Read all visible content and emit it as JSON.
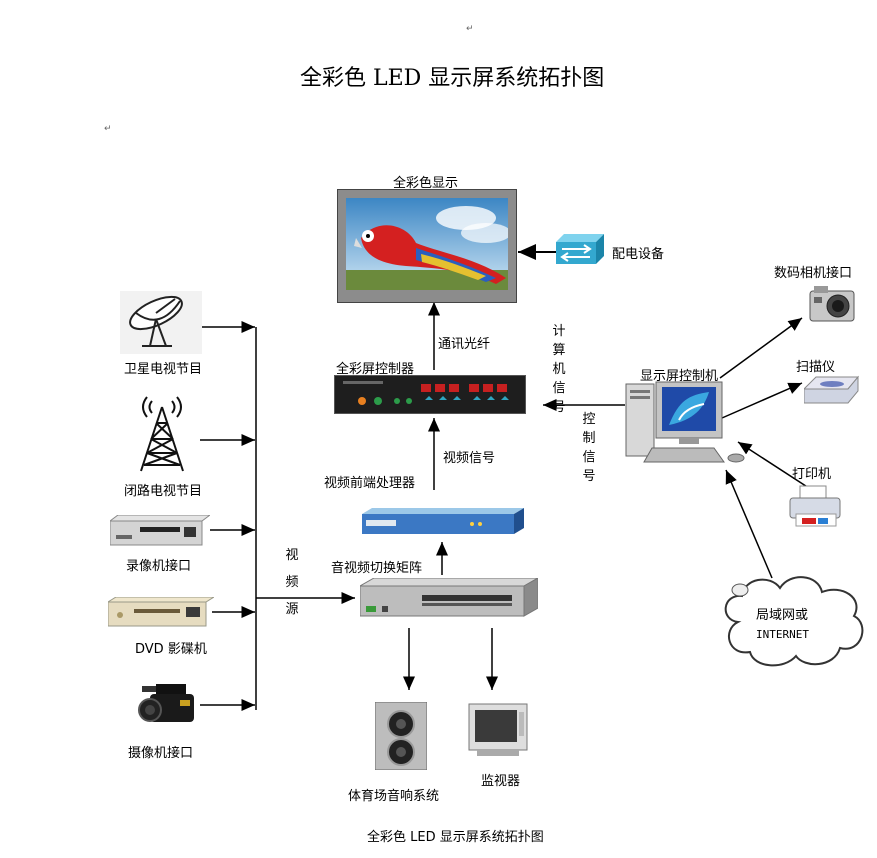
{
  "title": "全彩色 LED 显示屏系统拓扑图",
  "caption": "全彩色 LED 显示屏系统拓扑图",
  "nodes": {
    "led_display": "全彩色显示",
    "power_equipment": "配电设备",
    "screen_controller": "全彩屏控制器",
    "fiber_label": "通讯光纤",
    "video_signal_label": "视频信号",
    "computer_signal_label": "计算机信号",
    "control_signal_label": "控制信号",
    "video_frontend": "视频前端处理器",
    "av_matrix": "音视频切换矩阵",
    "video_source_label": "视频源",
    "control_pc": "显示屏控制机",
    "camera_port": "数码相机接口",
    "scanner": "扫描仪",
    "printer": "打印机",
    "lan": "局域网或",
    "internet": "INTERNET",
    "satellite_tv": "卫星电视节目",
    "cctv": "闭路电视节目",
    "vcr_port": "录像机接口",
    "dvd": "DVD 影碟机",
    "camcorder_port": "摄像机接口",
    "stadium_audio": "体育场音响系统",
    "monitor": "监视器"
  },
  "icons": [
    "paragraph-mark-icon",
    "parrot-image",
    "network-switch-icon",
    "satellite-dish-icon",
    "broadcast-tower-icon",
    "vcr-icon",
    "dvd-player-icon",
    "camcorder-icon",
    "digital-camera-icon",
    "scanner-icon",
    "printer-icon",
    "cloud-icon",
    "computer-icon",
    "speaker-icon",
    "crt-monitor-icon",
    "controller-device-icon",
    "rack-processor-icon",
    "matrix-switcher-icon"
  ],
  "colors": {
    "line": "#000000",
    "display_frame": "#8c8c8c",
    "sky": "#8fbde0",
    "parrot_red": "#d42020"
  }
}
